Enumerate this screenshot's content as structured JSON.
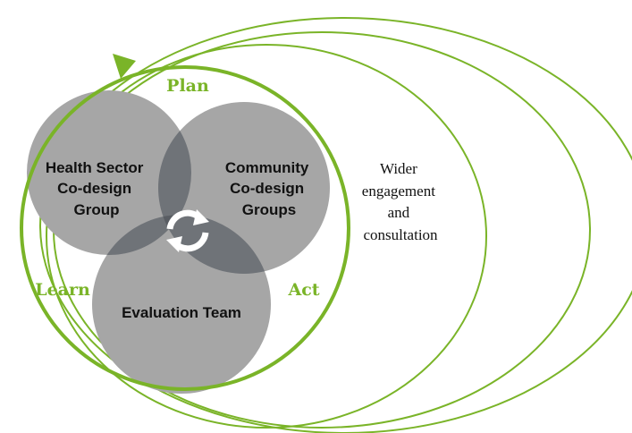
{
  "colors": {
    "green": "#7ab428",
    "circle_fill": "#a6a6a6",
    "overlap_fill": "#6f7378",
    "center_fill": "#595d63",
    "text": "#111111"
  },
  "cycle": {
    "plan": "Plan",
    "act": "Act",
    "learn": "Learn"
  },
  "groups": {
    "health_sector": [
      "Health Sector",
      "Co-design",
      "Group"
    ],
    "community": [
      "Community",
      "Co-design",
      "Groups"
    ],
    "evaluation": "Evaluation Team"
  },
  "outer": {
    "wider": [
      "Wider",
      "engagement",
      "and",
      "consultation"
    ]
  },
  "icons": {
    "center": "refresh-cycle-icon",
    "cycle_arrow": "arrowhead-icon"
  }
}
